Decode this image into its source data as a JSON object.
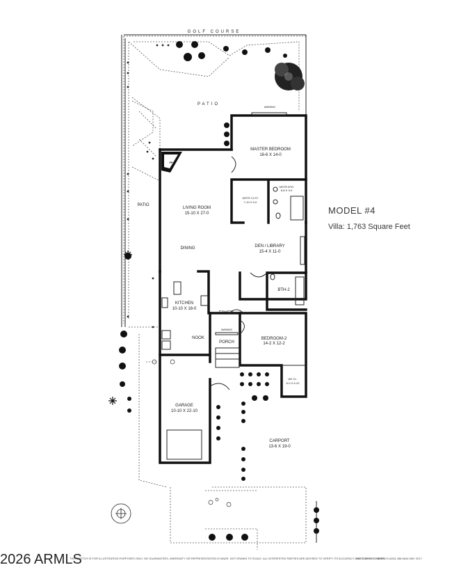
{
  "top_label": "GOLF COURSE",
  "model": {
    "title": "MODEL #4",
    "subtitle": "Villa: 1,763 Square Feet"
  },
  "rooms": {
    "patio_top": "PATIO",
    "awning_top": "AWNING",
    "master_bedroom": {
      "name": "MASTER BEDROOM",
      "dims": "16-6  X  14-0"
    },
    "fireplace": "FP",
    "mstr_clst": {
      "name": "MSTR CLST",
      "dims": "7-10 X 9-0"
    },
    "mstr_bth": {
      "name": "MSTR BTH",
      "dims": "8-8 X 9-0"
    },
    "patio_side": "PATIO",
    "living_room": {
      "name": "LIVING ROOM",
      "dims": "15-10  X  27-0"
    },
    "dining": "DINING",
    "den": {
      "name": "DEN / LIBRARY",
      "dims": "15-4  X  11-0"
    },
    "bth2": "BTH-2",
    "kitchen": {
      "name": "KITCHEN",
      "dims": "10-10 X 18-0"
    },
    "foyer": "FOYER",
    "awning_porch": "AWNING",
    "nook": "NOOK",
    "porch": "PORCH",
    "bedroom2": {
      "name": "BEDROOM-2",
      "dims": "14-2  X  12-2"
    },
    "wi_cl": {
      "name": "W/I CL.",
      "dims": "6-0 X 6-10"
    },
    "garage": {
      "name": "GARAGE",
      "dims": "10-10 X 22-10"
    },
    "carport": {
      "name": "CARPORT",
      "dims": "13-6  X  19-0"
    }
  },
  "footer": {
    "watermark": "2026 ARMLS",
    "disclaimer": "THIS SKETCH IS FOR ILLUSTRATION PURPOSES ONLY. NO GUARANTEES, WARRANTY OR REPRESENTATION IS MADE. NOT DRAWN TO SCALE. ALL INTERESTED PARTIES ARE ADVISED TO VERIFY ITS ACCURACY AND COMPLETENESS",
    "sketch_by": "SKETCH BY:  L. OLBRICH  (602) 486-6644  MAY 2017"
  }
}
